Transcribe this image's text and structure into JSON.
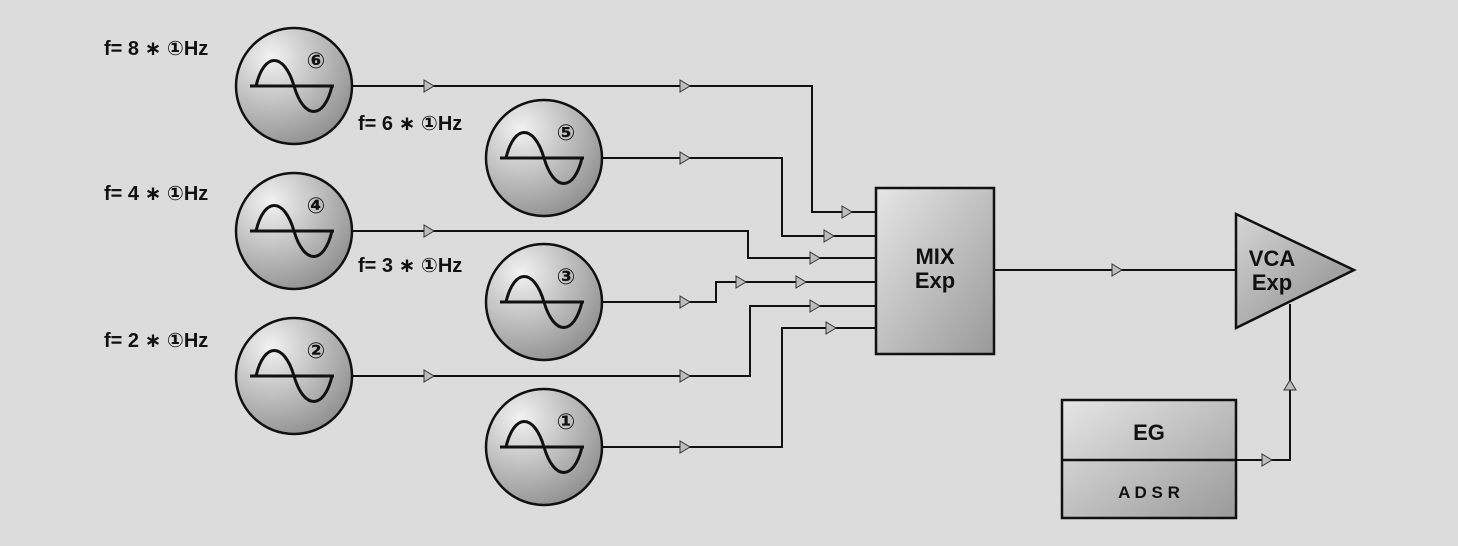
{
  "colors": {
    "background": "#dcdcdc",
    "osc_fill_light": "#f2f2f2",
    "osc_fill_dark": "#8c8c8c",
    "box_fill_light": "#e6e6e6",
    "box_fill_dark": "#9a9a9a",
    "stroke": "#111111"
  },
  "oscillators": [
    {
      "id": "osc-6",
      "number": "⑥",
      "freq_label": "f= 8 ∗ ①Hz"
    },
    {
      "id": "osc-5",
      "number": "⑤",
      "freq_label": "f= 6 ∗ ①Hz"
    },
    {
      "id": "osc-4",
      "number": "④",
      "freq_label": "f= 4 ∗ ①Hz"
    },
    {
      "id": "osc-3",
      "number": "③",
      "freq_label": "f= 3 ∗ ①Hz"
    },
    {
      "id": "osc-2",
      "number": "②",
      "freq_label": "f= 2 ∗ ①Hz"
    },
    {
      "id": "osc-1",
      "number": "①",
      "freq_label": ""
    }
  ],
  "mixer": {
    "line1": "MIX",
    "line2": "Exp"
  },
  "vca": {
    "line1": "VCA",
    "line2": "Exp"
  },
  "eg": {
    "title": "EG",
    "subtitle": "A D S R"
  }
}
